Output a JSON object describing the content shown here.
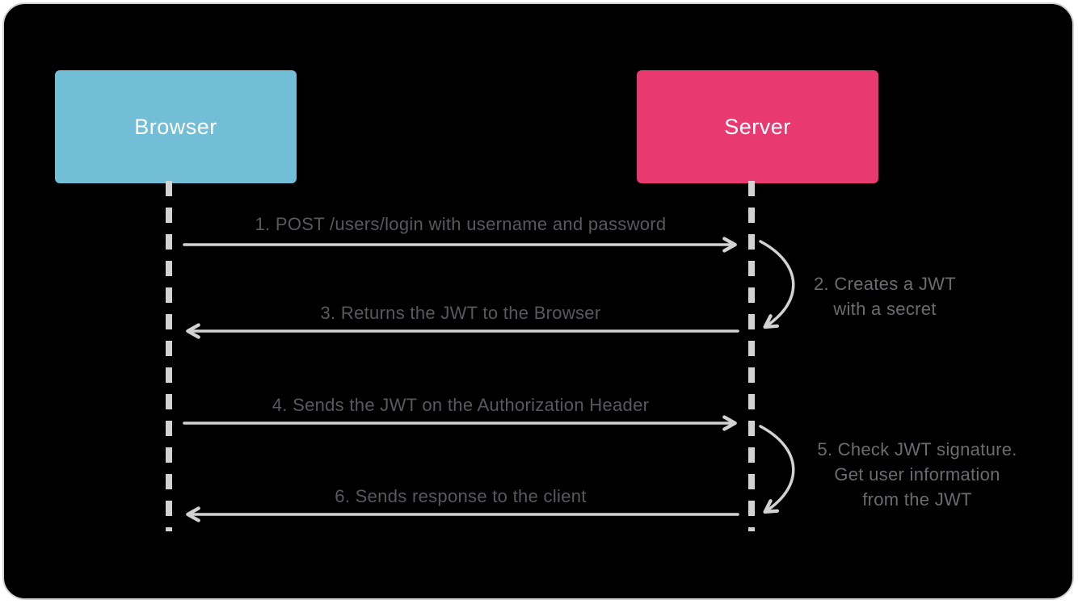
{
  "colors": {
    "canvas-bg": "#000000",
    "frame-border": "#d3d3d3",
    "browser-blue": "#72bed6",
    "server-pink": "#e83a70",
    "arrow-gray": "#d2d2d2",
    "label-gray": "#58595b",
    "side-label-gray": "#6b6c6e"
  },
  "actors": {
    "browser": {
      "label": "Browser"
    },
    "server": {
      "label": "Server"
    }
  },
  "messages": {
    "m1": {
      "label": "1. POST /users/login with username and password",
      "direction": "browser-to-server"
    },
    "m2": {
      "line1": "2. Creates a JWT",
      "line2": "with a secret",
      "direction": "server-self"
    },
    "m3": {
      "label": "3. Returns the JWT to the Browser",
      "direction": "server-to-browser"
    },
    "m4": {
      "label": "4. Sends the JWT on the Authorization Header",
      "direction": "browser-to-server"
    },
    "m5": {
      "line1": "5. Check JWT signature.",
      "line2": "Get user information",
      "line3": "from the JWT",
      "direction": "server-self"
    },
    "m6": {
      "label": "6. Sends response to the client",
      "direction": "server-to-browser"
    }
  }
}
